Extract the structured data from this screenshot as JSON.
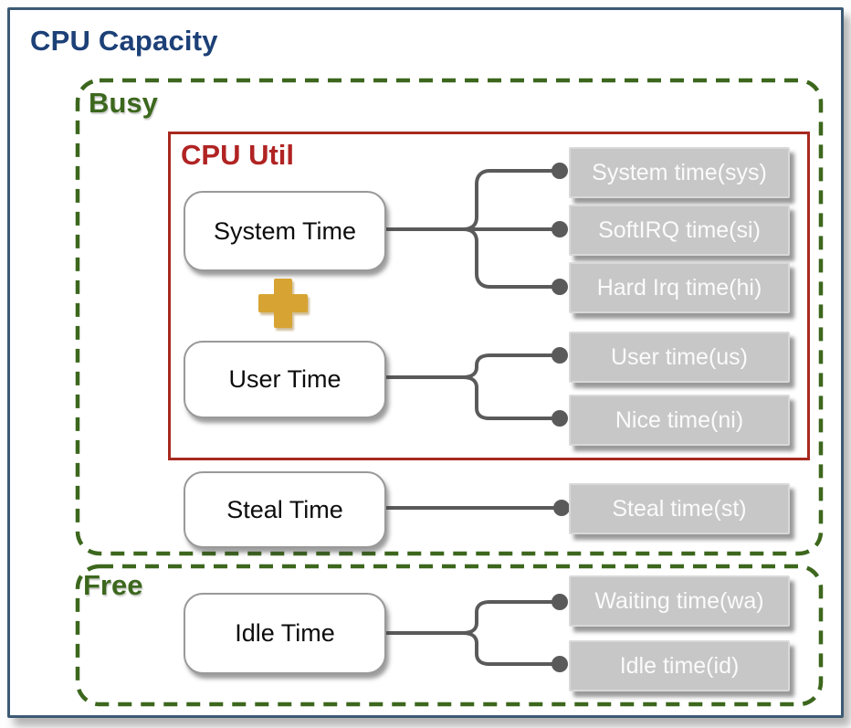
{
  "title": "CPU Capacity",
  "groups": {
    "busy": {
      "label": "Busy"
    },
    "free": {
      "label": "Free"
    },
    "cpu_util": {
      "label": "CPU Util",
      "operator_icon": "plus-icon"
    }
  },
  "sources": {
    "system_time": {
      "label": "System Time"
    },
    "user_time": {
      "label": "User Time"
    },
    "steal_time": {
      "label": "Steal Time"
    },
    "idle_time": {
      "label": "Idle Time"
    }
  },
  "targets": {
    "sys": {
      "label": "System time(sys)"
    },
    "si": {
      "label": "SoftIRQ time(si)"
    },
    "hi": {
      "label": "Hard Irq time(hi)"
    },
    "us": {
      "label": "User time(us)"
    },
    "ni": {
      "label": "Nice time(ni)"
    },
    "st": {
      "label": "Steal time(st)"
    },
    "wa": {
      "label": "Waiting time(wa)"
    },
    "id": {
      "label": "Idle time(id)"
    }
  },
  "colors": {
    "title_blue": "#1c4077",
    "group_green": "#3c671d",
    "cpu_util_red": "#a8291f",
    "connector_gray": "#5a5a5a",
    "target_fill": "#c7c7c7",
    "plus_gold": "#d7a433",
    "outer_border": "#3d5a74"
  }
}
